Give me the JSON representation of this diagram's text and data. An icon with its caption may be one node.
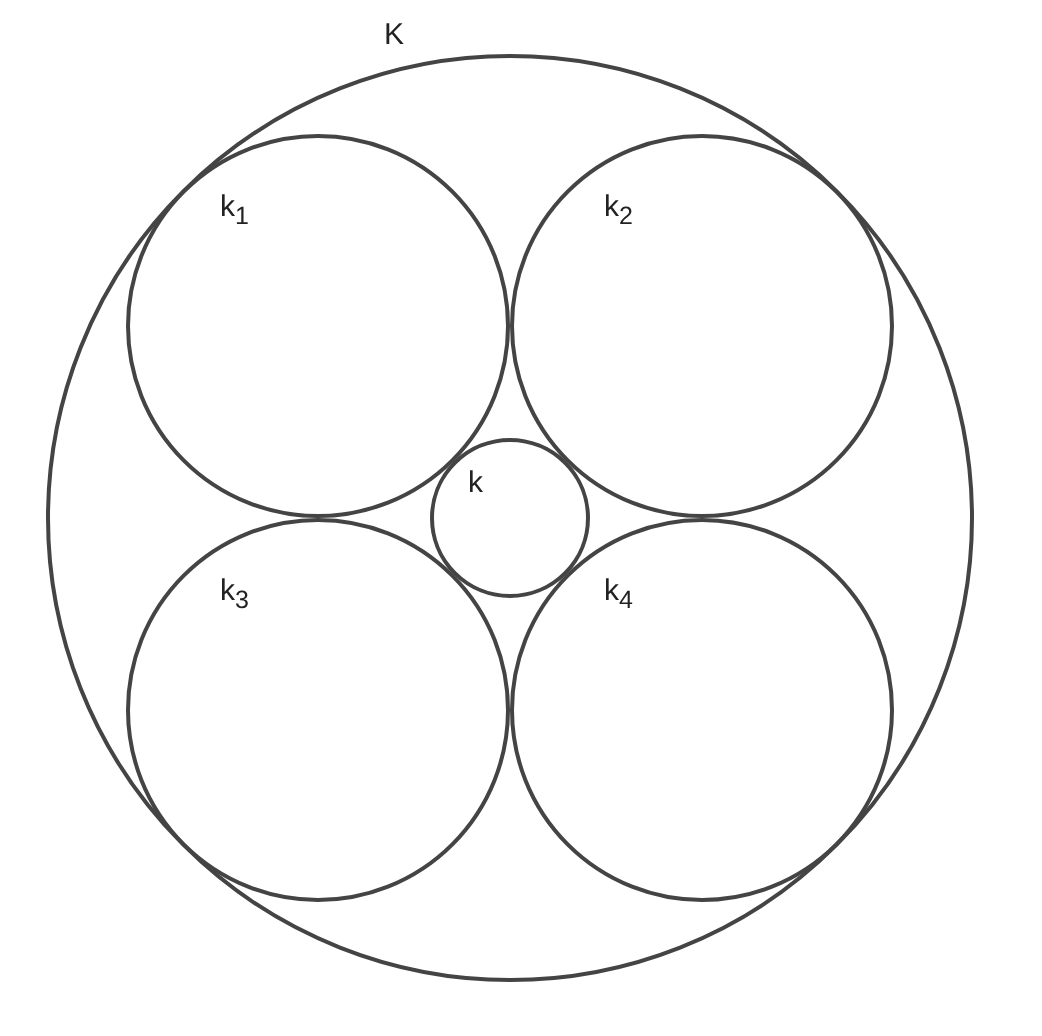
{
  "diagram": {
    "nodes": [
      {
        "text": [
          "K"
        ]
      },
      {
        "text": [
          "k$_{1}$"
        ],
        "in": 0
      },
      {
        "text": [
          "k$_{2}$"
        ],
        "in": 0
      },
      {
        "text": [
          "k"
        ],
        "in": 0
      },
      {
        "text": [
          "k$_{3}$"
        ],
        "in": 0
      },
      {
        "text": [
          "k$_{4}$"
        ],
        "in": 0
      }
    ]
  }
}
